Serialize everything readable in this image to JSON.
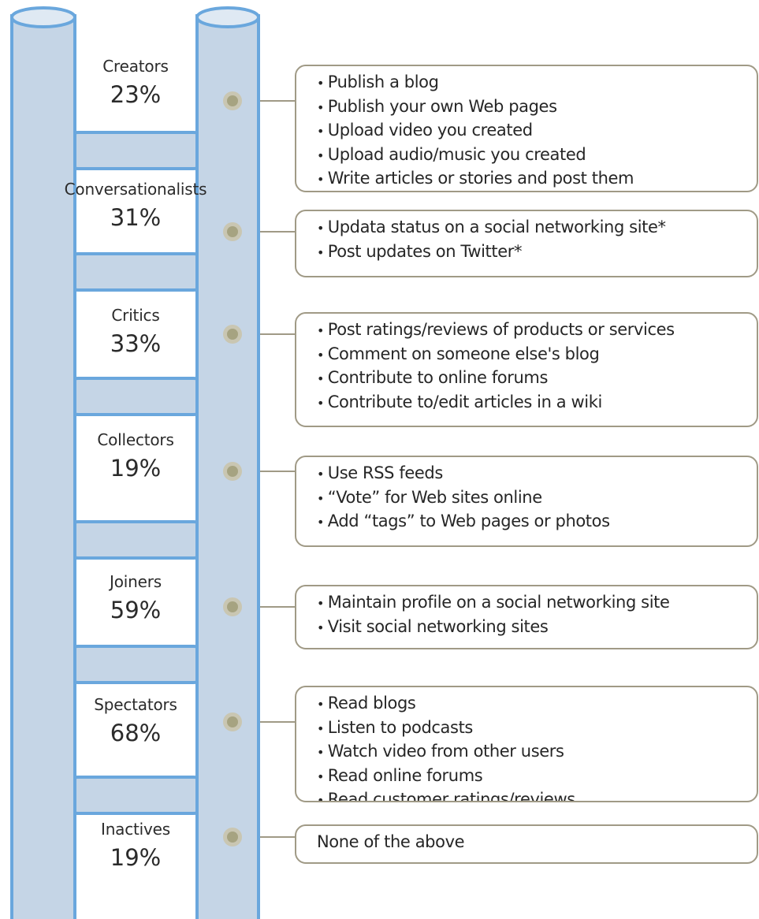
{
  "colors": {
    "pole_fill": "#c5d5e6",
    "pole_stroke": "#6aa7dd",
    "connector_line": "#a09a86",
    "bullet_outer": "#c9c6b2",
    "bullet_inner": "#a6a381",
    "box_border": "#a09a86"
  },
  "rungs": [
    {
      "name": "Creators",
      "percent": "23%",
      "activities": [
        "Publish a blog",
        "Publish your own Web pages",
        "Upload video you created",
        "Upload audio/music you created",
        "Write articles or stories and post them"
      ]
    },
    {
      "name": "Conversationalists",
      "percent": "31%",
      "activities": [
        "Updata status on a social networking site*",
        "Post updates on Twitter*"
      ]
    },
    {
      "name": "Critics",
      "percent": "33%",
      "activities": [
        "Post ratings/reviews of products or services",
        "Comment on someone else's blog",
        "Contribute to online forums",
        "Contribute to/edit articles in a wiki"
      ]
    },
    {
      "name": "Collectors",
      "percent": "19%",
      "activities": [
        "Use RSS feeds",
        "“Vote” for Web sites online",
        "Add “tags” to Web pages or photos"
      ]
    },
    {
      "name": "Joiners",
      "percent": "59%",
      "activities": [
        "Maintain profile on a social networking site",
        "Visit social networking sites"
      ]
    },
    {
      "name": "Spectators",
      "percent": "68%",
      "activities": [
        "Read blogs",
        "Listen to podcasts",
        "Watch video from other users",
        "Read online forums",
        "Read customer ratings/reviews"
      ]
    },
    {
      "name": "Inactives",
      "percent": "19%",
      "activities": [
        "None of the above"
      ]
    }
  ]
}
